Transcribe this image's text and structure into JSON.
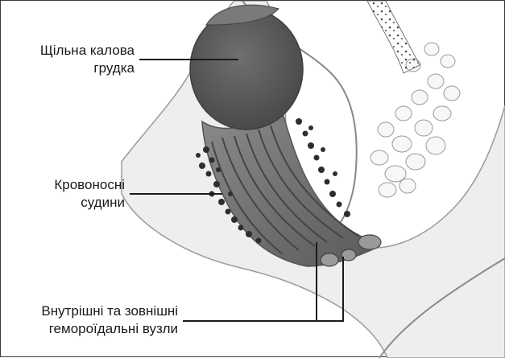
{
  "labels": {
    "stool": {
      "line1": "Щільна калова",
      "line2": "грудка"
    },
    "vessels": {
      "line1": "Кровоносні",
      "line2": "судини"
    },
    "hemorrhoids": {
      "line1": "Внутрішні та зовнішні",
      "line2": "гемороїдальні вузли"
    }
  },
  "colors": {
    "outline": "#555555",
    "tissue_light": "#e6e6e6",
    "tissue_mid": "#bdbdbd",
    "mass": "#5e5e5e",
    "vessel": "#2e2e2e",
    "leader": "#1a1a1a"
  }
}
